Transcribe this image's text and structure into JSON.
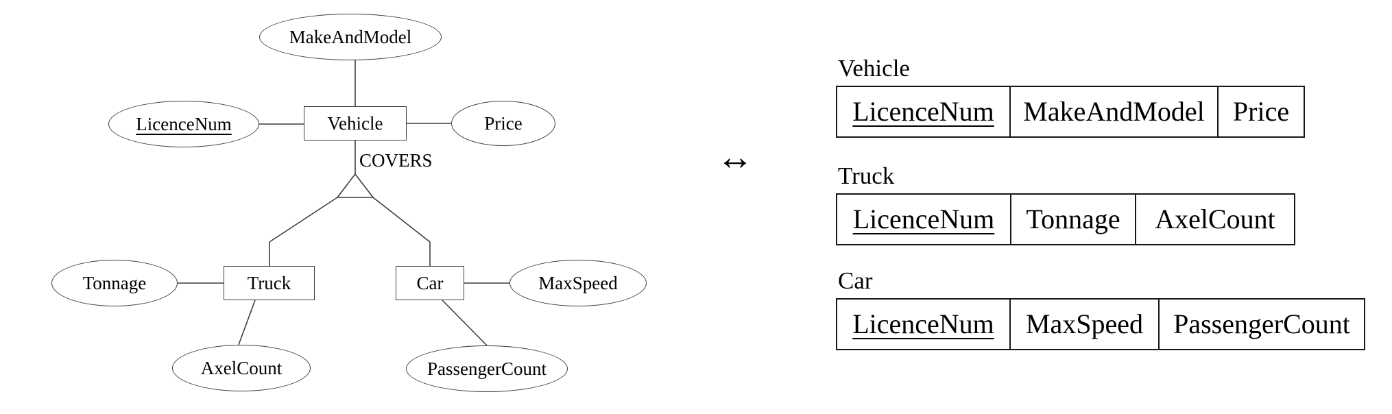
{
  "er": {
    "nodes": {
      "make_and_model": "MakeAndModel",
      "licence_num": "LicenceNum",
      "price": "Price",
      "vehicle": "Vehicle",
      "truck": "Truck",
      "car": "Car",
      "tonnage": "Tonnage",
      "max_speed": "MaxSpeed",
      "axel_count": "AxelCount",
      "passenger_count": "PassengerCount"
    },
    "isa_label": "COVERS",
    "key_attribute": "LicenceNum"
  },
  "equiv_arrow": "↔",
  "schemas": [
    {
      "name": "Vehicle",
      "columns": [
        {
          "label": "LicenceNum",
          "key": true
        },
        {
          "label": "MakeAndModel",
          "key": false
        },
        {
          "label": "Price",
          "key": false
        }
      ]
    },
    {
      "name": "Truck",
      "columns": [
        {
          "label": "LicenceNum",
          "key": true
        },
        {
          "label": "Tonnage",
          "key": false
        },
        {
          "label": "AxelCount",
          "key": false
        }
      ]
    },
    {
      "name": "Car",
      "columns": [
        {
          "label": "LicenceNum",
          "key": true
        },
        {
          "label": "MaxSpeed",
          "key": false
        },
        {
          "label": "PassengerCount",
          "key": false
        }
      ]
    }
  ]
}
